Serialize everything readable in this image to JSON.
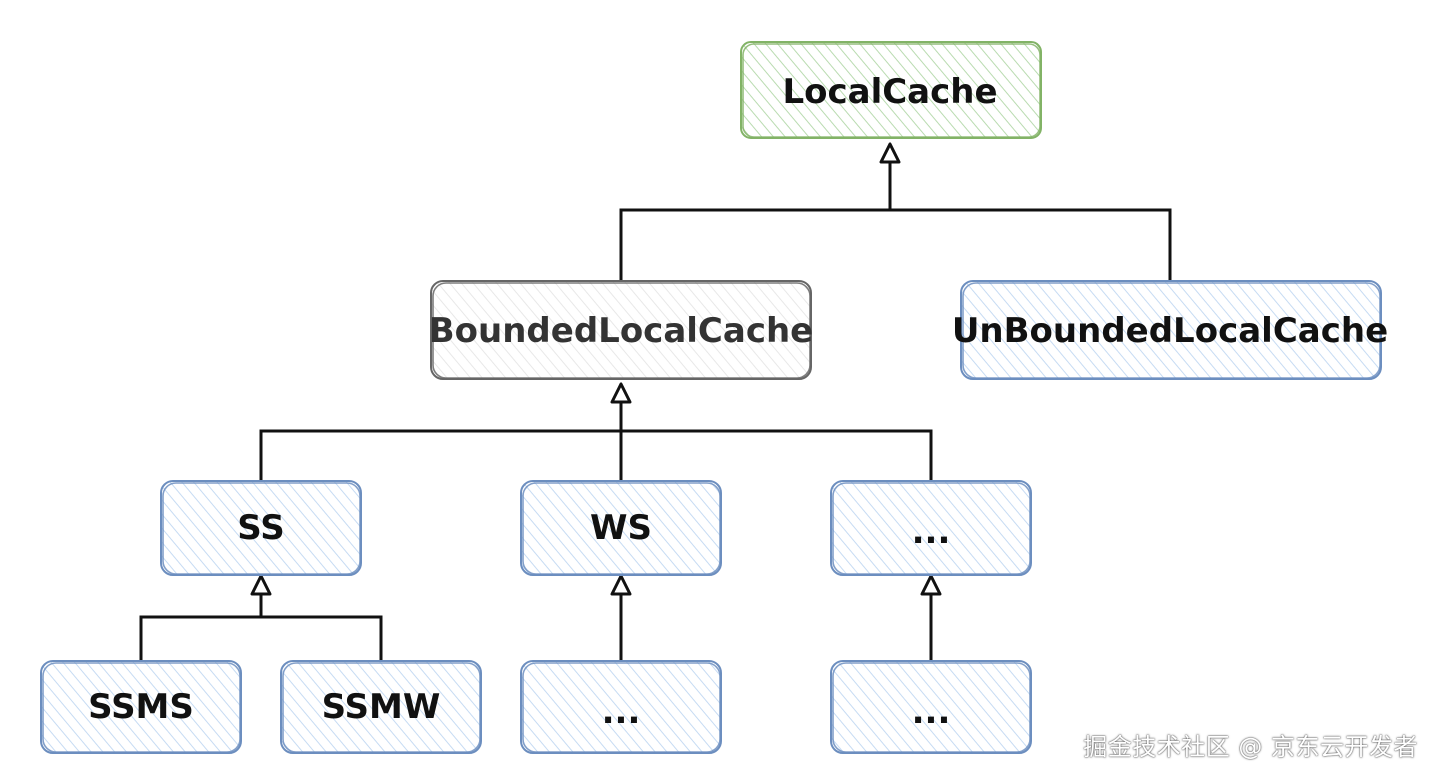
{
  "colors": {
    "green_stroke": "#82b366",
    "green_fill": "#d5e8d4",
    "gray_stroke": "#666666",
    "gray_fill": "#f5f5f5",
    "blue_stroke": "#6c8ebf",
    "blue_fill": "#dae8fc",
    "line": "#111111"
  },
  "nodes": {
    "local_cache": "LocalCache",
    "bounded_local_cache": "BoundedLocalCache",
    "unbounded_local_cache": "UnBoundedLocalCache",
    "ss": "SS",
    "ws": "WS",
    "ellipsis_mid": "...",
    "ssms": "SSMS",
    "ssmw": "SSMW",
    "ellipsis_ws_child": "...",
    "ellipsis_mid_child": "..."
  },
  "watermark": "掘金技术社区 @ 京东云开发者"
}
